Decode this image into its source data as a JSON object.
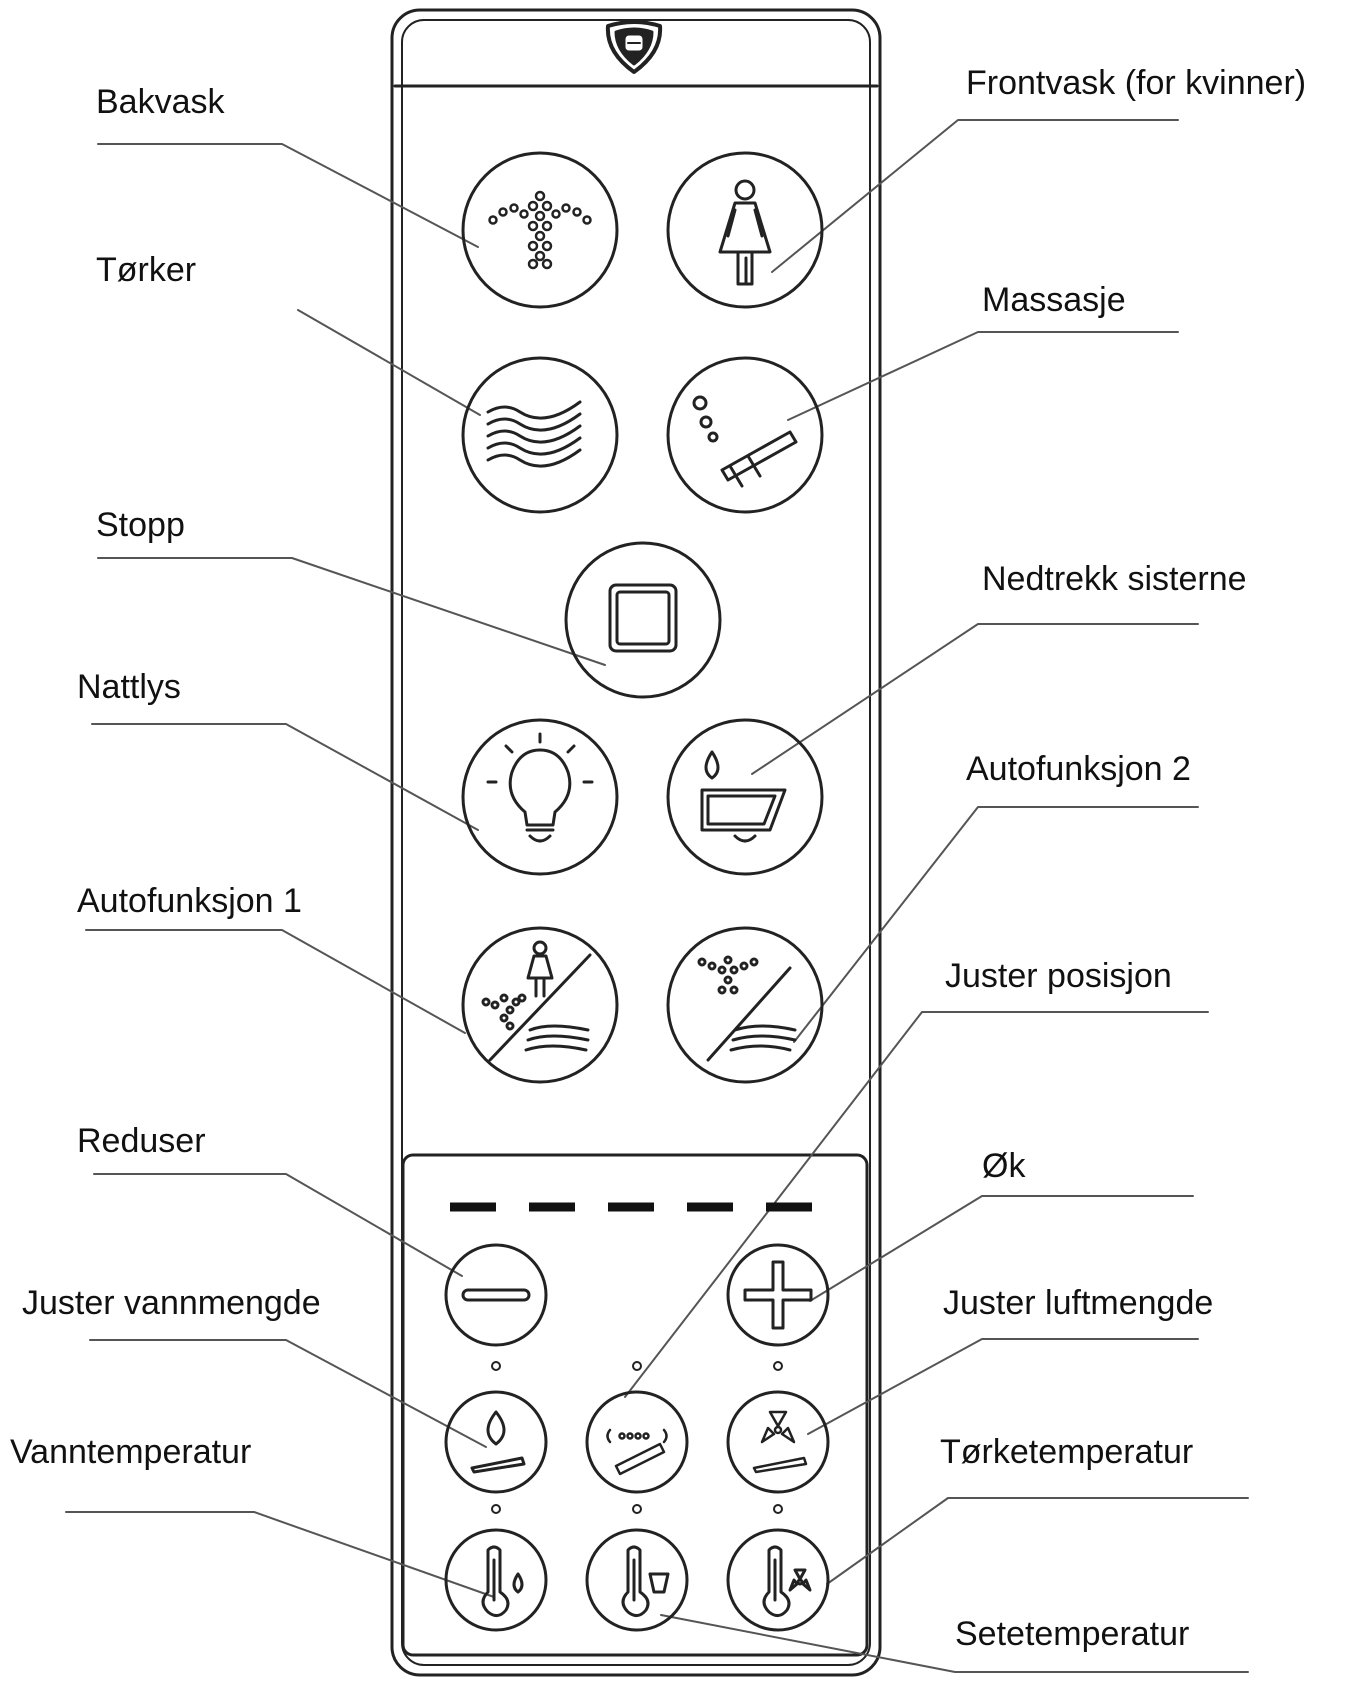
{
  "labels": {
    "bakvask": "Bakvask",
    "frontvask": "Frontvask (for kvinner)",
    "torker": "Tørker",
    "massasje": "Massasje",
    "stopp": "Stopp",
    "nedtrekk": "Nedtrekk sisterne",
    "nattlys": "Nattlys",
    "auto2": "Autofunksjon 2",
    "auto1": "Autofunksjon 1",
    "juster_posisjon": "Juster posisjon",
    "reduser": "Reduser",
    "ok": "Øk",
    "juster_vannmengde": "Juster vannmengde",
    "juster_luftmengde": "Juster luftmengde",
    "vanntemperatur": "Vanntemperatur",
    "torketemperatur": "Tørketemperatur",
    "setetemperatur": "Setetemperatur"
  },
  "icons": {
    "logo": "brand-logo",
    "rear_wash": "spray-jet-icon",
    "front_wash": "woman-figure-icon",
    "dryer": "air-waves-icon",
    "massage": "massage-nozzle-icon",
    "stop": "stop-square-icon",
    "night_light": "light-bulb-icon",
    "flush": "drop-cistern-icon",
    "auto1": "auto-front-wash-dry-icon",
    "auto2": "auto-rear-wash-dry-icon",
    "minus": "minus-icon",
    "plus": "plus-icon",
    "water_amount": "water-drop-nozzle-icon",
    "position": "nozzle-position-icon",
    "air_amount": "fan-nozzle-icon",
    "water_temp": "thermometer-drop-icon",
    "seat_temp": "thermometer-seat-icon",
    "dry_temp": "thermometer-fan-icon"
  },
  "level_indicator": {
    "segments": 5
  }
}
